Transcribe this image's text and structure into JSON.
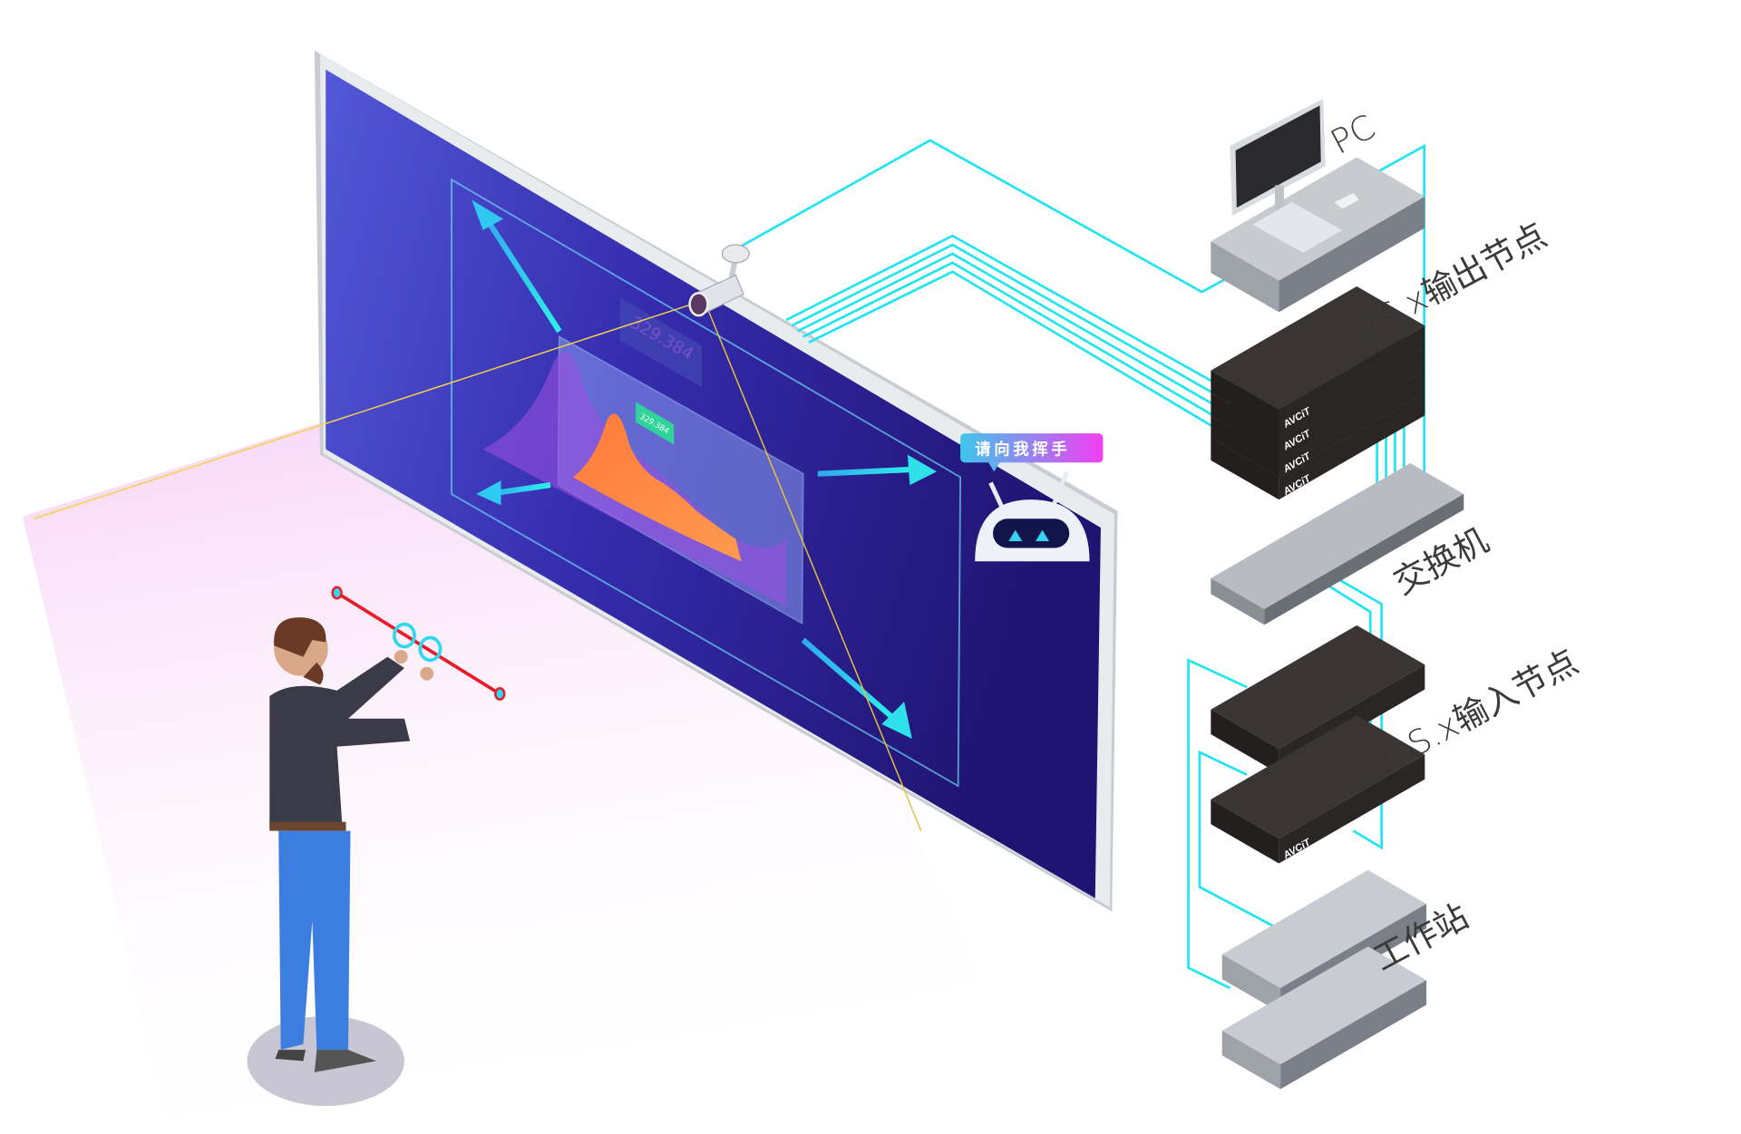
{
  "colors": {
    "wire": "#24e4f2",
    "screen_dark": "#14106a",
    "screen_light": "#4a5ad8",
    "device": "#2c2828",
    "tooltip_from": "#3ec6ec",
    "tooltip_to": "#f23ef0"
  },
  "labels": {
    "pc": "PC",
    "ds_output": "DS.x输出节点",
    "switch": "交换机",
    "ds_input": "DS.x输入节点",
    "workstation": "工作站"
  },
  "screen": {
    "tooltip": "请向我挥手",
    "bubble_large": "329.384",
    "bubble_small": "329.384"
  },
  "device_brand": "AVCiT"
}
